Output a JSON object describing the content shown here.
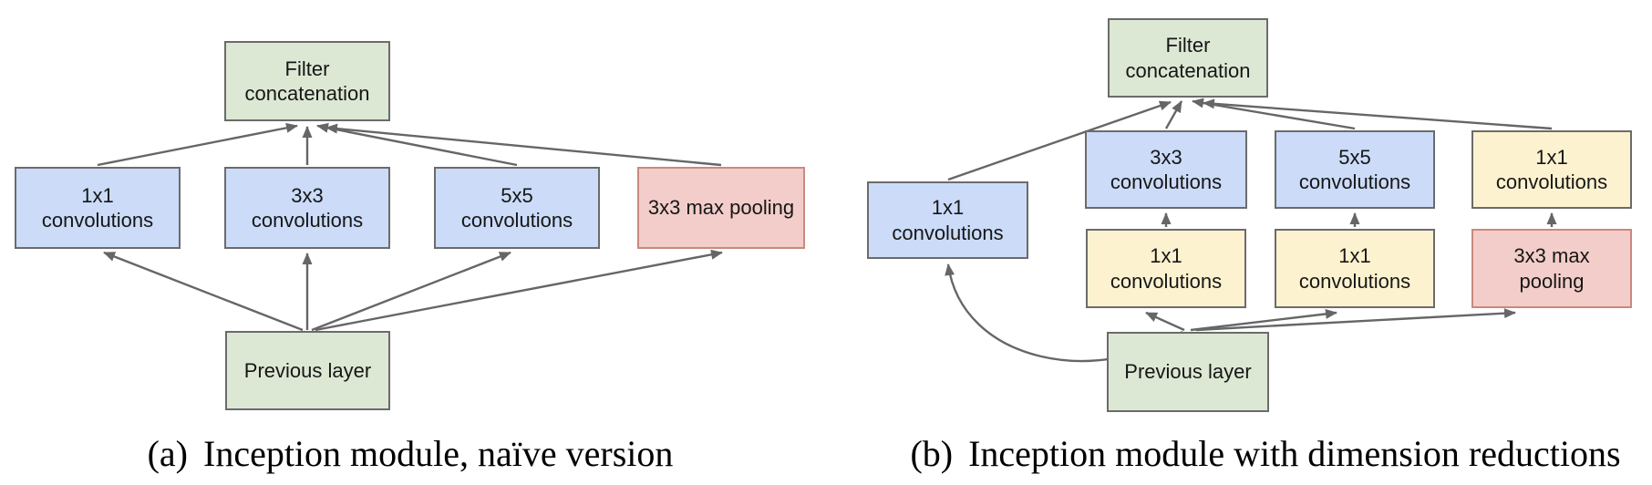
{
  "figure": {
    "description_left_caption_label": "(a)",
    "description_right_caption_label": "(b)"
  },
  "palette": {
    "green": {
      "fill": "#dde8d4",
      "border": "#6b6b6b"
    },
    "blue": {
      "fill": "#cbdbf8",
      "border": "#6b6b6b"
    },
    "yellow": {
      "fill": "#fdf2cf",
      "border": "#6b6b6b"
    },
    "red": {
      "fill": "#f2cdca",
      "border": "#c9897f"
    },
    "arrow": "#666666",
    "box_text": "#161616",
    "caption_text": "#000000"
  },
  "diagram_a": {
    "caption": {
      "label": "(a)",
      "text": "Inception module, naïve version"
    },
    "boxes": {
      "filter_concat": "Filter concatenation",
      "conv1x1": "1x1 convolutions",
      "conv3x3": "3x3 convolutions",
      "conv5x5": "5x5 convolutions",
      "maxpool": "3x3 max pooling",
      "previous": "Previous layer"
    }
  },
  "diagram_b": {
    "caption": {
      "label": "(b)",
      "text": "Inception module with dimension reductions"
    },
    "boxes": {
      "filter_concat": "Filter concatenation",
      "conv1x1_branch": "1x1 convolutions",
      "conv3x3": "3x3 convolutions",
      "conv5x5": "5x5 convolutions",
      "conv1x1_after_pool": "1x1 convolutions",
      "conv1x1_reduce_3x3": "1x1 convolutions",
      "conv1x1_reduce_5x5": "1x1 convolutions",
      "maxpool": "3x3 max pooling",
      "previous": "Previous layer"
    }
  }
}
